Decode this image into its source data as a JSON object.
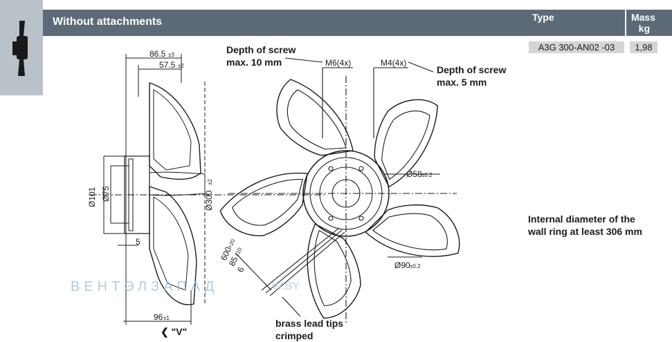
{
  "header": {
    "title": "Without attachments",
    "type_label": "Type",
    "mass_label_line1": "Mass",
    "mass_label_line2": "kg"
  },
  "product": {
    "type": "A3G 300-AN02 -03",
    "mass": "1,98"
  },
  "annotations": {
    "screw_depth_left_l1": "Depth of screw",
    "screw_depth_left_l2": "max. 10 mm",
    "screw_depth_right_l1": "Depth of screw",
    "screw_depth_right_l2": "max. 5 mm",
    "wall_ring_l1": "Internal diameter of the",
    "wall_ring_l2": "wall ring at least 306 mm",
    "brass_l1": "brass lead tips",
    "brass_l2": "crimped",
    "view_label": "\"V\""
  },
  "dimensions": {
    "d86": "86.5",
    "d86_tol": "±3",
    "d57": "57.5",
    "d57_tol": "±2",
    "d101": "Ø101",
    "d75": "Ø75",
    "d300": "Ø300",
    "d300_tol": "±2",
    "d5": "5",
    "d96": "96",
    "d96_tol": "±1",
    "m6": "M6(4x)",
    "m4": "M4(4x)",
    "d58": "Ø58",
    "d58_tol": "±0.2",
    "d90": "Ø90",
    "d90_tol": "±0.2",
    "lead600": "600",
    "lead600_tol": "+20",
    "lead85": "85",
    "lead85_tol": "±10",
    "lead6": "6"
  },
  "watermark": {
    "brand": "ВЕНТЭЛЗАПАД",
    "domain": "W.BY"
  },
  "colors": {
    "header_bg": "#5c6a78",
    "sidebar_bg": "#b9c2c9",
    "cell_bg": "#d5d5d5",
    "line": "#1a1a1a"
  }
}
